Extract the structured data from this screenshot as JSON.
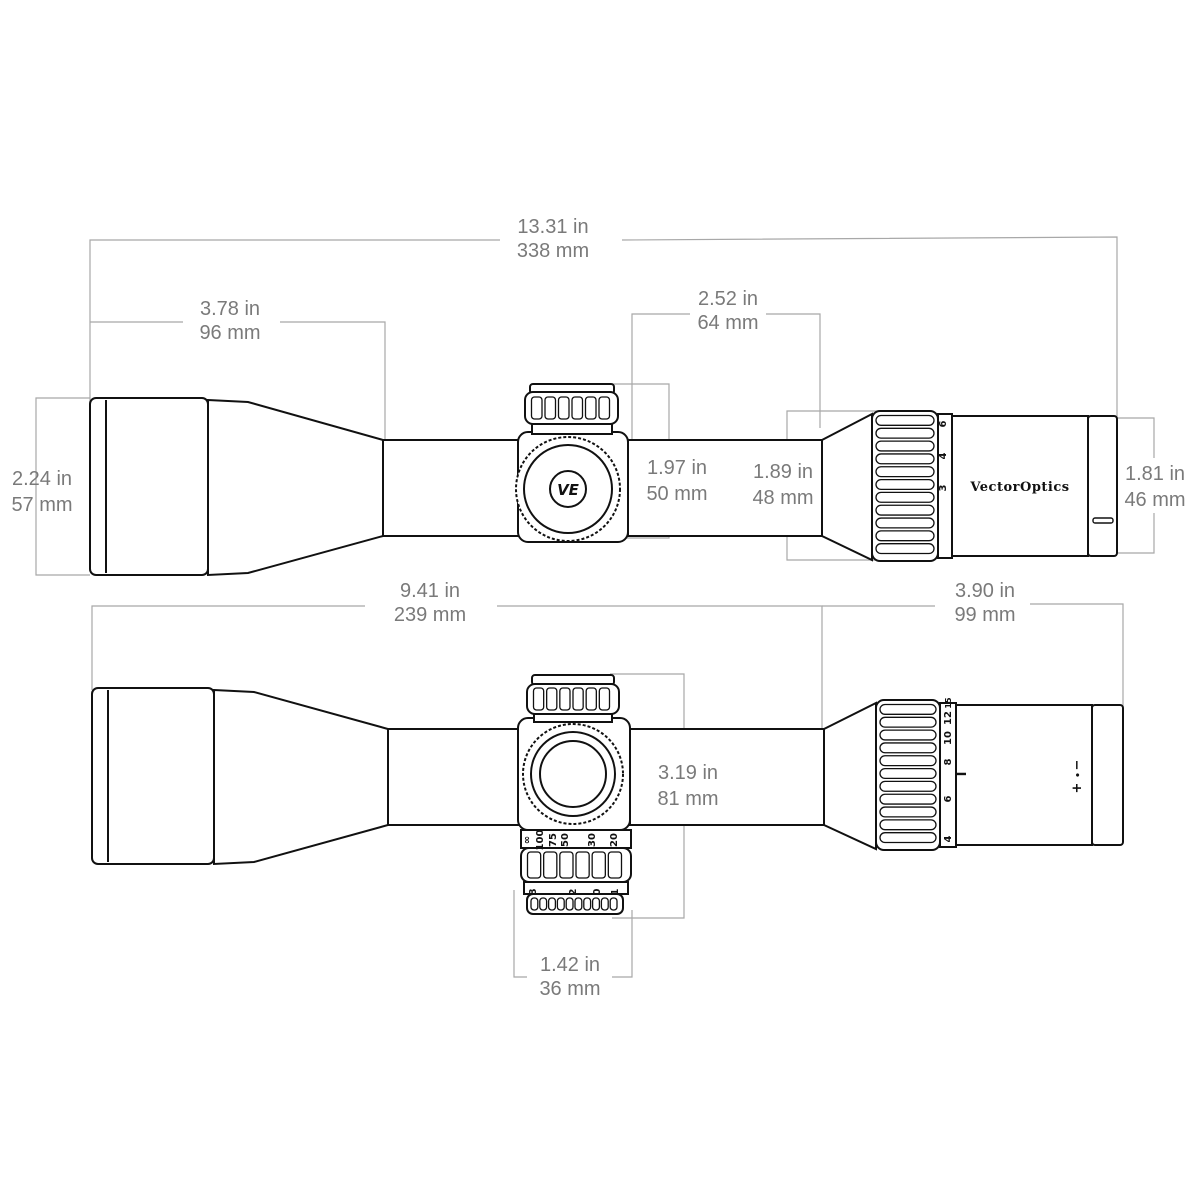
{
  "diagram": {
    "brand": "VectorOptics",
    "logo": "VE",
    "side_view": {
      "dimensions": {
        "overall_length": {
          "in": "13.31 in",
          "mm": "338 mm"
        },
        "objective_bell_length": {
          "in": "3.78 in",
          "mm": "96 mm"
        },
        "mounting_length": {
          "in": "2.52 in",
          "mm": "64 mm"
        },
        "objective_diameter": {
          "in": "2.24 in",
          "mm": "57 mm"
        },
        "turret_height": {
          "in": "1.97 in",
          "mm": "50 mm"
        },
        "eyepiece_bell_diameter": {
          "in": "1.89 in",
          "mm": "48 mm"
        },
        "eyepiece_diameter": {
          "in": "1.81 in",
          "mm": "46 mm"
        }
      },
      "magnification_marks": [
        "3",
        "4",
        "6"
      ]
    },
    "top_view": {
      "dimensions": {
        "objective_to_ring": {
          "in": "9.41 in",
          "mm": "239 mm"
        },
        "eyepiece_length": {
          "in": "3.90 in",
          "mm": "99 mm"
        },
        "turret_width": {
          "in": "3.19 in",
          "mm": "81 mm"
        },
        "turret_body_width": {
          "in": "1.42 in",
          "mm": "36 mm"
        }
      },
      "magnification_marks": [
        "4",
        "6",
        "8",
        "10",
        "12",
        "15"
      ],
      "parallax_marks": [
        "∞",
        "100",
        "75",
        "50",
        "30",
        "20"
      ],
      "illumination_marks": [
        "8",
        "2",
        "0",
        "1"
      ],
      "diopter_marks": [
        "+",
        "•",
        "−"
      ],
      "index_mark": "I"
    }
  }
}
